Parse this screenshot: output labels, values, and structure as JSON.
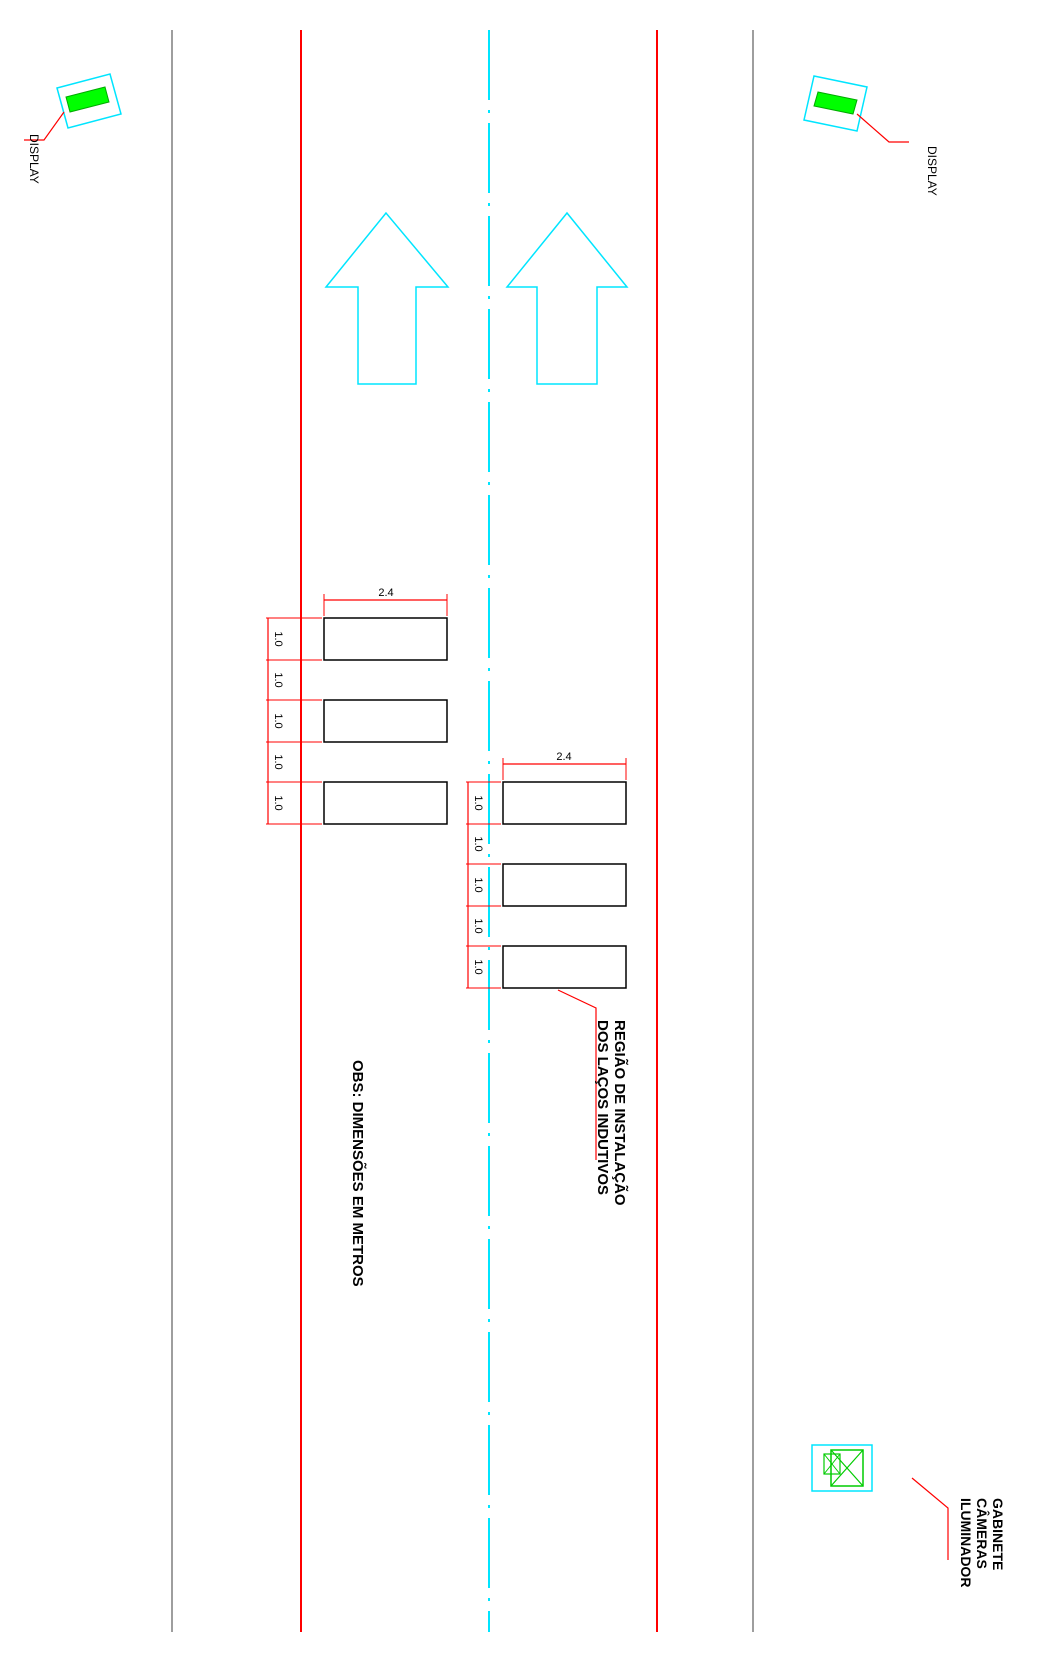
{
  "colors": {
    "road_edge": "#7f7f7f",
    "lane_line": "#ff0000",
    "center_line": "#00e5ff",
    "arrow": "#00e5ff",
    "loop": "#000000",
    "dimension": "#ff0000",
    "display_panel": "#00ff00",
    "cabinet": "#00ff00",
    "leader": "#ff0000"
  },
  "labels": {
    "display_left": "DISPLAY",
    "display_right": "DISPLAY",
    "loops_region_line1": "REGIÃO DE INSTALAÇÃO",
    "loops_region_line2": "DOS LAÇOS INDUTIVOS",
    "note": "OBS: DIMENSÕES EM METROS",
    "cabinet_line1": "GABINETE",
    "cabinet_line2": "CÂMERAS",
    "cabinet_line3": "ILUMINADOR"
  },
  "dimensions": {
    "loop_width": "2.4",
    "left_group": [
      "1.0",
      "1.0",
      "1.0",
      "1.0",
      "1.0"
    ],
    "right_group": [
      "1.0",
      "1.0",
      "1.0",
      "1.0",
      "1.0"
    ]
  },
  "icons": {
    "display": "display-sign-icon",
    "cabinet": "camera-cabinet-icon",
    "arrow": "arrow-up-icon"
  }
}
